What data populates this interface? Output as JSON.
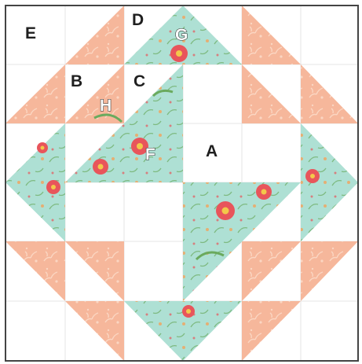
{
  "block": {
    "labels": {
      "A": "A",
      "B": "B",
      "C": "C",
      "D": "D",
      "E": "E",
      "F": "F",
      "G": "G",
      "H": "H"
    },
    "colors": {
      "peach": "#f6b79b",
      "peach_print": "#fbd6c2",
      "aqua": "#aee0d4",
      "aqua_print": "#d3efe8",
      "flower_red": "#e8555b",
      "flower_center": "#f3c84a",
      "leaf_green": "#6aaa5e",
      "white": "#ffffff",
      "border": "#444444",
      "grid_line": "#e6e6e6"
    }
  }
}
